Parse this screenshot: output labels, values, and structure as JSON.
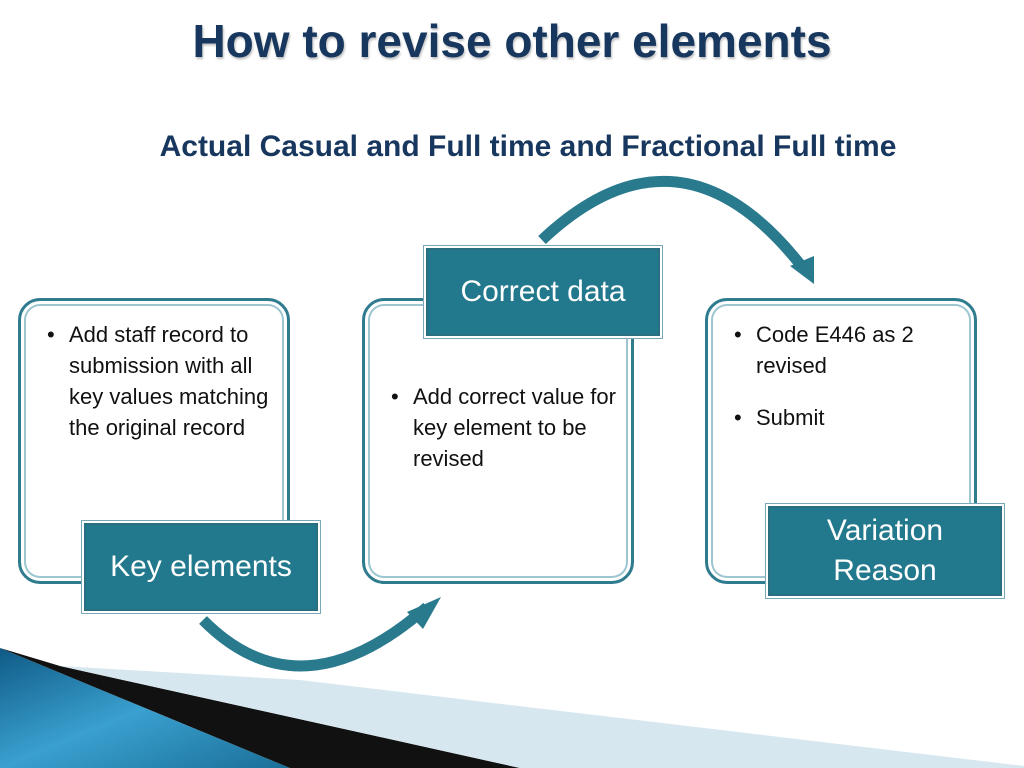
{
  "title": "How to revise other elements",
  "subtitle": "Actual Casual and Full time and Fractional Full time",
  "steps": [
    {
      "label": "Key elements",
      "bullets": [
        "Add staff  record to submission with all key values matching the original record"
      ]
    },
    {
      "label": "Correct data",
      "bullets": [
        "Add correct value for key element to be revised"
      ]
    },
    {
      "label_lines": [
        "Variation",
        "Reason"
      ],
      "bullets": [
        "Code E446 as 2 revised",
        "Submit"
      ]
    }
  ],
  "colors": {
    "title": "#17375e",
    "label_fill": "#22788c",
    "arrow": "#2a7a8e",
    "card_border": "#2f7c8f"
  }
}
